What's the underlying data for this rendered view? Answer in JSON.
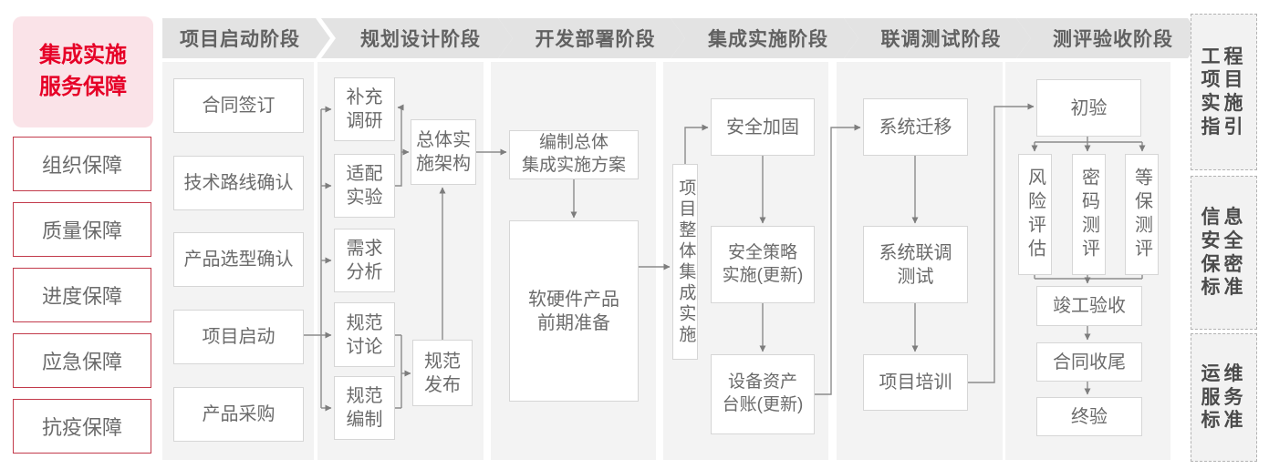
{
  "left_panel": {
    "title": "集成实施\n服务保障",
    "items": [
      "组织保障",
      "质量保障",
      "进度保障",
      "应急保障",
      "抗疫保障"
    ]
  },
  "phases": [
    {
      "label": "项目启动阶段",
      "boxes": [
        "合同签订",
        "技术路线确认",
        "产品选型确认",
        "项目启动",
        "产品采购"
      ]
    },
    {
      "label": "规划设计阶段",
      "boxes": [
        "补充\n调研",
        "适配\n实验",
        "需求\n分析",
        "规范\n讨论",
        "规范\n编制",
        "总体实\n施架构",
        "规范\n发布"
      ]
    },
    {
      "label": "开发部署阶段",
      "boxes": [
        "编制总体\n集成实施方案",
        "软硬件产品\n前期准备"
      ]
    },
    {
      "label": "集成实施阶段",
      "boxes": [
        "项目整体集成实施",
        "安全加固",
        "安全策略\n实施(更新)",
        "设备资产\n台账(更新)"
      ]
    },
    {
      "label": "联调测试阶段",
      "boxes": [
        "系统迁移",
        "系统联调\n测试",
        "项目培训"
      ]
    },
    {
      "label": "测评验收阶段",
      "boxes": [
        "初验",
        "风险评估",
        "密码测评",
        "等保测评",
        "竣工验收",
        "合同收尾",
        "终验"
      ]
    }
  ],
  "right_panel": {
    "items": [
      "工程\n项目\n实施\n指引",
      "信息\n安全\n保密\n标准",
      "运维\n服务\n标准"
    ]
  },
  "colors": {
    "accent_red": "#e60127",
    "pink_bg": "#fae3e8",
    "red_border": "#c23a4b",
    "column_bg": "#f3f3f3",
    "header_bg": "#e3e3e3",
    "line_gray": "#8b8b8b"
  }
}
